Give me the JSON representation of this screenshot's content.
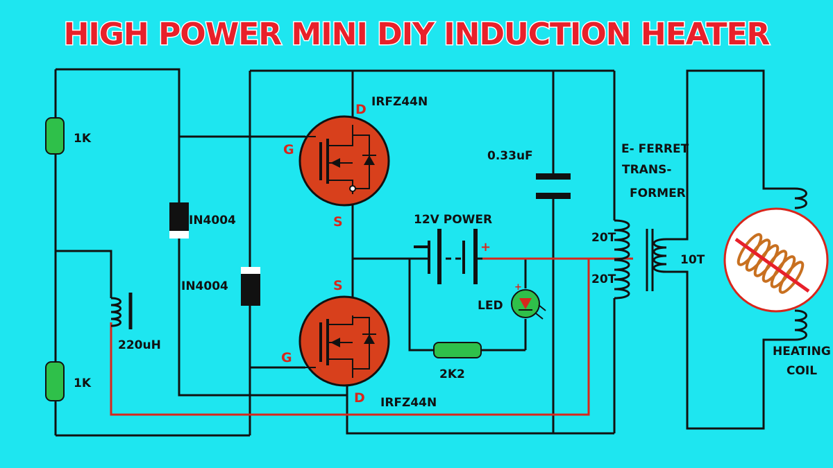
{
  "title": "HIGH POWER MINI DIY INDUCTION HEATER",
  "labels": {
    "r1": "1K",
    "r2": "1K",
    "d1": "IN4004",
    "d2": "IN4004",
    "inductor": "220uH",
    "q1_part": "IRFZ44N",
    "q2_part": "IRFZ44N",
    "pin_d_top": "D",
    "pin_g_top": "G",
    "pin_s_top": "S",
    "pin_s_bot": "S",
    "pin_g_bot": "G",
    "pin_d_bot": "D",
    "capacitor": "0.33uF",
    "power": "12V POWER",
    "led": "LED",
    "r3": "2K2",
    "transformer_1": "E- FERRET",
    "transformer_2": "TRANS-",
    "transformer_3": "FORMER",
    "primary_top": "20T",
    "primary_bot": "20T",
    "secondary": "10T",
    "coil_1": "HEATING",
    "coil_2": "COIL",
    "plus_battery": "+",
    "plus_led": "+"
  },
  "colors": {
    "background": "#1ee6f0",
    "wire": "#111111",
    "red_wire": "#d8261c",
    "mosfet": "#d8401c",
    "resistor": "#2fc04a",
    "title": "#e8202a"
  }
}
